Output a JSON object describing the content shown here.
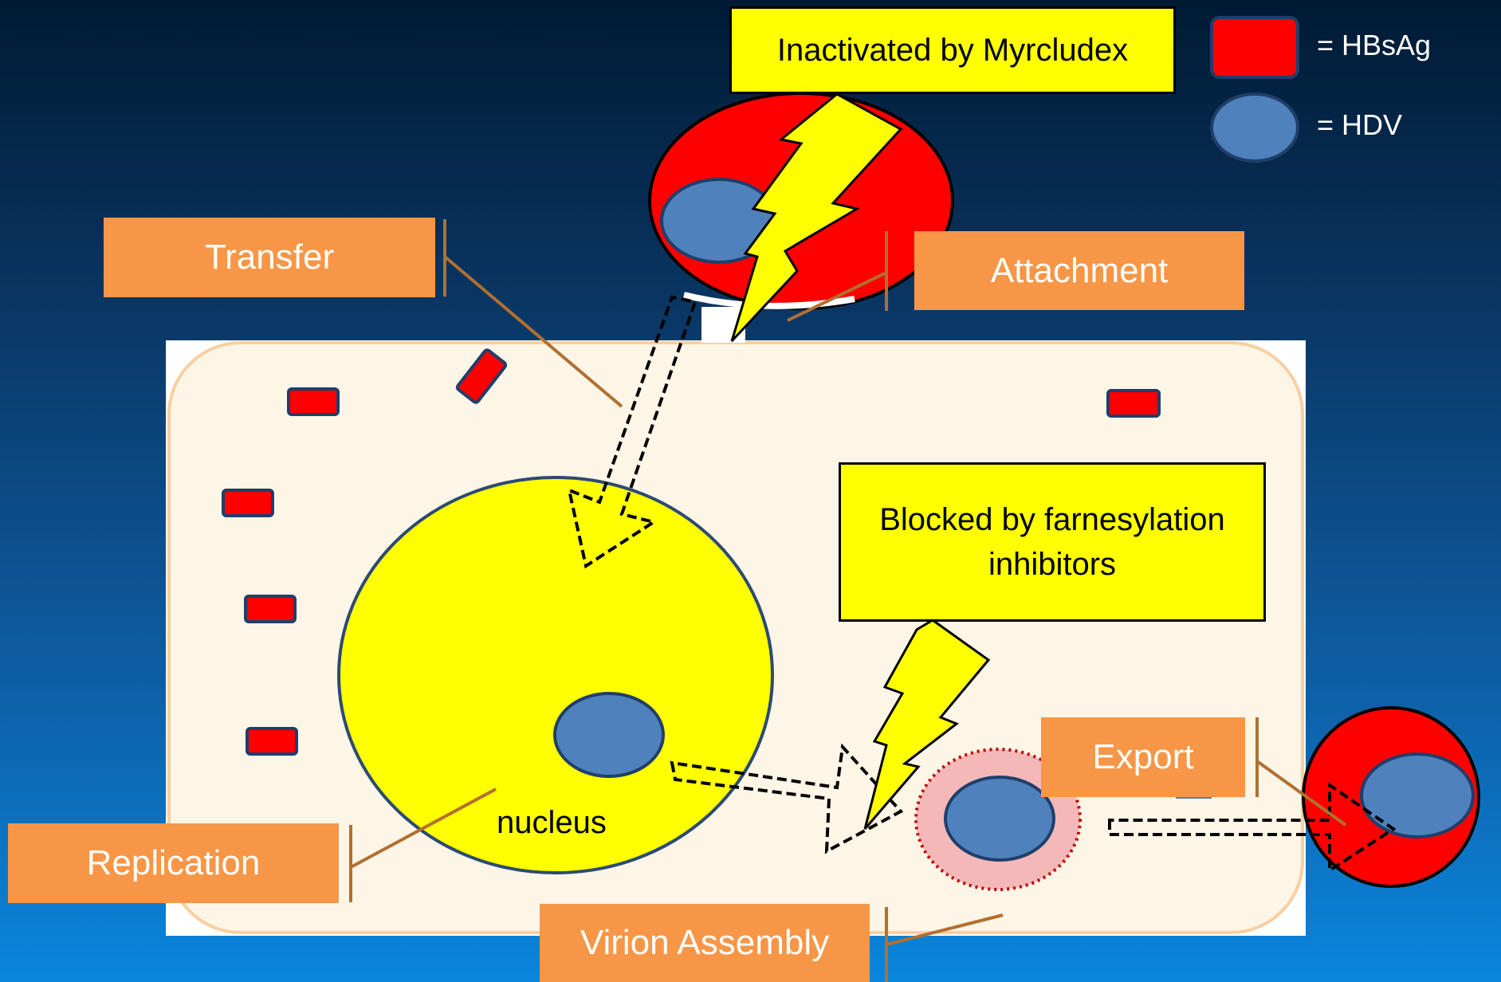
{
  "legend": {
    "hbsag_label": "= HBsAg",
    "hdv_label": "= HDV"
  },
  "callouts": {
    "myrcludex": "Inactivated by Myrcludex",
    "farnesylation_line1": "Blocked by farnesylation",
    "farnesylation_line2": "inhibitors"
  },
  "steps": {
    "attachment": "Attachment",
    "transfer": "Transfer",
    "replication": "Replication",
    "virion_assembly": "Virion Assembly",
    "export": "Export"
  },
  "nucleus_label": "nucleus",
  "colors": {
    "hbsag": "#ff0000",
    "hdv": "#4f81bd",
    "label_box": "#f79646",
    "callout": "#ffff00",
    "cell": "#fdf5e6",
    "nucleus": "#ffff00"
  }
}
